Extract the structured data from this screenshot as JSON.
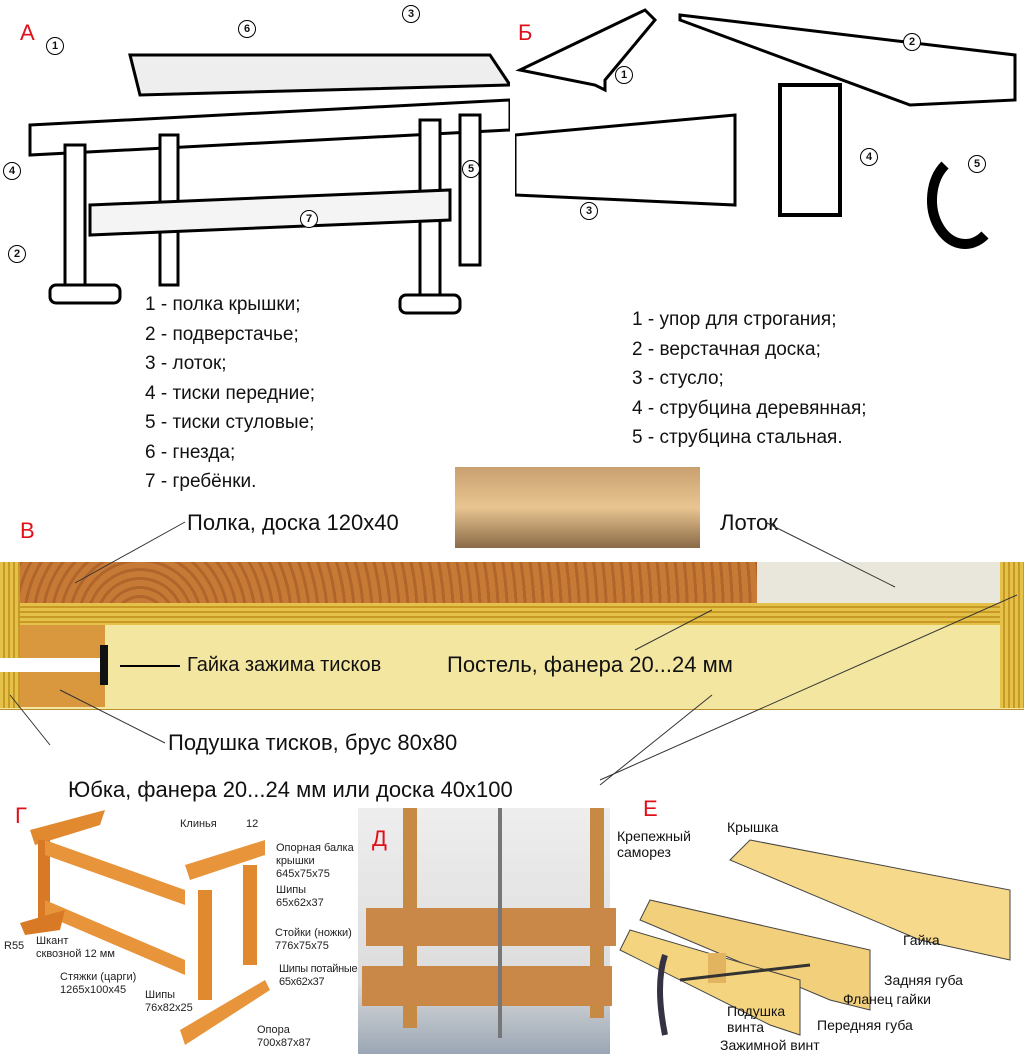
{
  "sections": {
    "a": "А",
    "b": "Б",
    "v": "В",
    "g": "Г",
    "d": "Д",
    "e": "Е"
  },
  "a_list": [
    "1 - полка крышки;",
    "2 - подверстачье;",
    "3 - лоток;",
    "4 - тиски передние;",
    "5 - тиски стуловые;",
    "6 - гнезда;",
    "7 - гребёнки."
  ],
  "a_callouts": [
    "1",
    "2",
    "3",
    "4",
    "5",
    "6",
    "7"
  ],
  "b_list": [
    "1 - упор для строгания;",
    "2 - верстачная доска;",
    "3 - стусло;",
    "4 - струбцина деревянная;",
    "5 - струбцина стальная."
  ],
  "b_callouts": [
    "1",
    "2",
    "3",
    "4",
    "5"
  ],
  "v_labels": {
    "shelf": "Полка, доска 120x40",
    "tray": "Лоток",
    "nut": "Гайка зажима тисков",
    "bed": "Постель, фанера 20...24 мм",
    "pad": "Подушка тисков, брус 80x80",
    "skirt": "Юбка, фанера 20...24 мм или доска 40x100"
  },
  "g_labels": {
    "wedges": "Клинья",
    "dim12": "12",
    "beam": "Опорная балка\nкрышки\n645x75x75",
    "tenons1": "Шипы\n65x62x37",
    "legs": "Стойки (ножки)\n776x75x75",
    "tenons_hidden": "Шипы потайные\n65x62x37",
    "r55": "R55",
    "dowel": "Шкант\nсквозной 12 мм",
    "rails": "Стяжки (царги)\n1265x100x45",
    "tenons2": "Шипы\n76x82x25",
    "foot": "Опора\n700x87x87"
  },
  "e_labels": {
    "top": "Крышка",
    "screw": "Крепежный\nсаморез",
    "nut": "Гайка",
    "rear_jaw": "Задняя губа",
    "flange": "Фланец гайки",
    "pad": "Подушка\nвинта",
    "front_jaw": "Передняя губа",
    "clamp_screw": "Зажимной винт"
  }
}
